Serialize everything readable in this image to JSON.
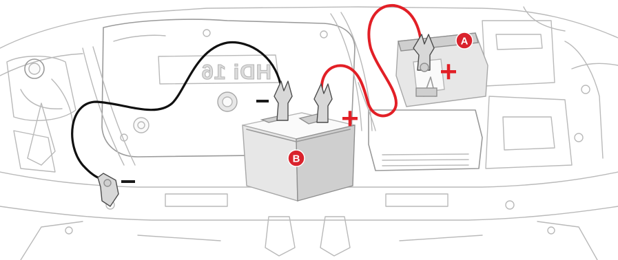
{
  "diagram": {
    "engine_label": "HDi 16",
    "labels": {
      "A": "A",
      "B": "B"
    },
    "polarity": {
      "positive": "+",
      "negative": "–"
    },
    "colors": {
      "positive_cable": "#e21f26",
      "negative_cable": "#111111",
      "badge": "#d9232d",
      "outline": "#b9b9b9"
    }
  }
}
